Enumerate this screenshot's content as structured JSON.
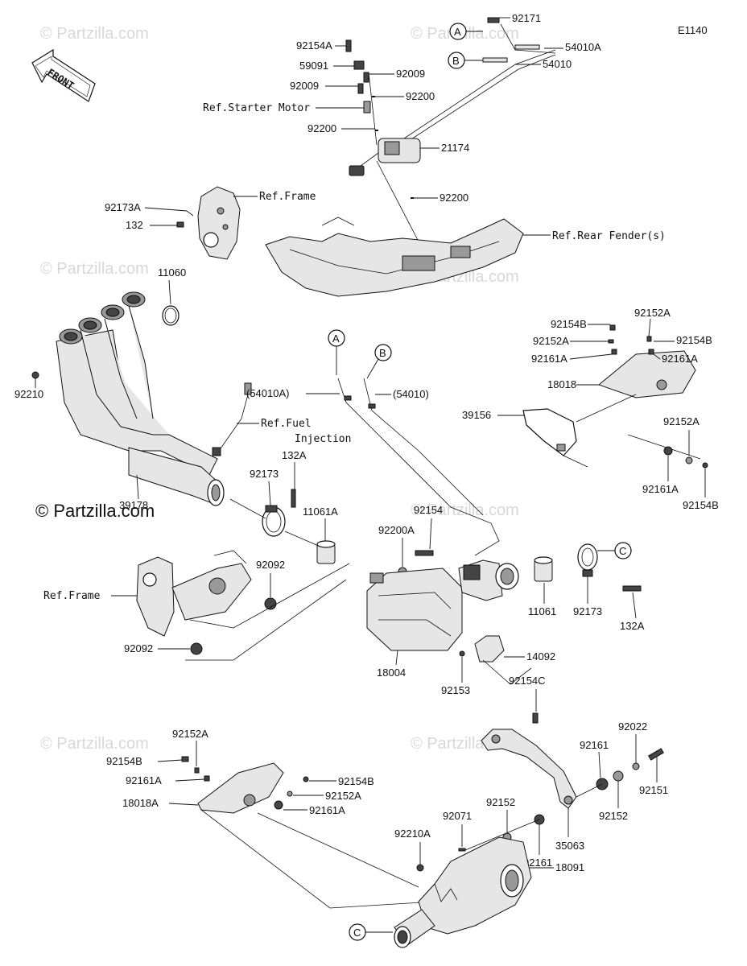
{
  "diagram_code": "E1140",
  "front_label": "FRONT",
  "watermark": "© Partzilla.com",
  "watermark_main": "© Partzilla.com",
  "callouts": {
    "A": "A",
    "B": "B",
    "C": "C"
  },
  "labels": {
    "p92171": "92171",
    "p54010A": "54010A",
    "p54010": "54010",
    "p92154A": "92154A",
    "p59091": "59091",
    "p92009a": "92009",
    "p92009b": "92009",
    "p92200a": "92200",
    "ref_starter": "Ref.Starter Motor",
    "p92200b": "92200",
    "p21174": "21174",
    "ref_frame_top": "Ref.Frame",
    "p92173A": "92173A",
    "p132_top": "132",
    "p92200c": "92200",
    "ref_rear_fender": "Ref.Rear Fender(s)",
    "p11060": "11060",
    "p92210": "92210",
    "p54010A_paren": "(54010A)",
    "p54010_paren": "(54010)",
    "ref_fuel_1": "Ref.Fuel",
    "ref_fuel_2": "Injection",
    "p92154B_top": "92154B",
    "p92152A_r1": "92152A",
    "p92154B_r1": "92154B",
    "p92152A_r2": "92152A",
    "p92161A_r1": "92161A",
    "p92161A_r2": "92161A",
    "p18018": "18018",
    "p39156": "39156",
    "p92152A_r3": "92152A",
    "p92161A_r3": "92161A",
    "p92154B_r3": "92154B",
    "p132A_a": "132A",
    "p92173_a": "92173",
    "p39178": "39178",
    "p11061A": "11061A",
    "p92154": "92154",
    "p92200A": "92200A",
    "ref_frame_left": "Ref.Frame",
    "p92092a": "92092",
    "p92092b": "92092",
    "p11061": "11061",
    "p92173_b": "92173",
    "p132A_b": "132A",
    "p18004": "18004",
    "p14092": "14092",
    "p92153": "92153",
    "p92154C": "92154C",
    "p92152A_l1": "92152A",
    "p92154B_l1": "92154B",
    "p92161A_l1": "92161A",
    "p18018A": "18018A",
    "p92154B_l2": "92154B",
    "p92152A_l2": "92152A",
    "p92161A_l2": "92161A",
    "p92022": "92022",
    "p92161_a": "92161",
    "p92151": "92151",
    "p92152_a": "92152",
    "p92152_b": "92152",
    "p92071": "92071",
    "p92210A": "92210A",
    "p92161_b": "92161",
    "p35063": "35063",
    "p18091": "18091"
  }
}
